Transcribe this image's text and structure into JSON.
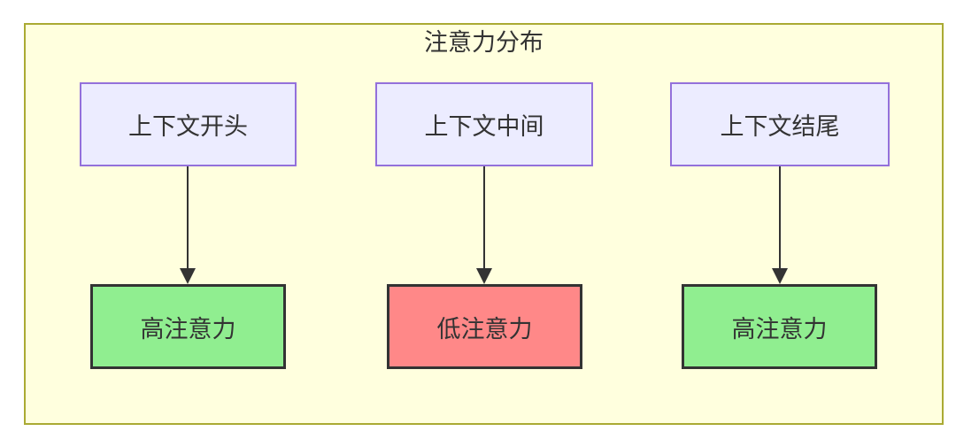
{
  "diagram": {
    "title": "注意力分布",
    "columns": [
      {
        "source": {
          "label": "上下文开头"
        },
        "target": {
          "label": "高注意力",
          "level": "high"
        }
      },
      {
        "source": {
          "label": "上下文中间"
        },
        "target": {
          "label": "低注意力",
          "level": "low"
        }
      },
      {
        "source": {
          "label": "上下文结尾"
        },
        "target": {
          "label": "高注意力",
          "level": "high"
        }
      }
    ],
    "colors": {
      "page_background": "#ffffff",
      "container_fill": "#ffffde",
      "container_border": "#aaaa33",
      "source_node_fill": "#ececff",
      "source_node_border": "#9370db",
      "high_attention_fill": "#90ee90",
      "low_attention_fill": "#ff8888",
      "target_node_border": "#333333",
      "arrow": "#333333",
      "text": "#333333"
    }
  }
}
